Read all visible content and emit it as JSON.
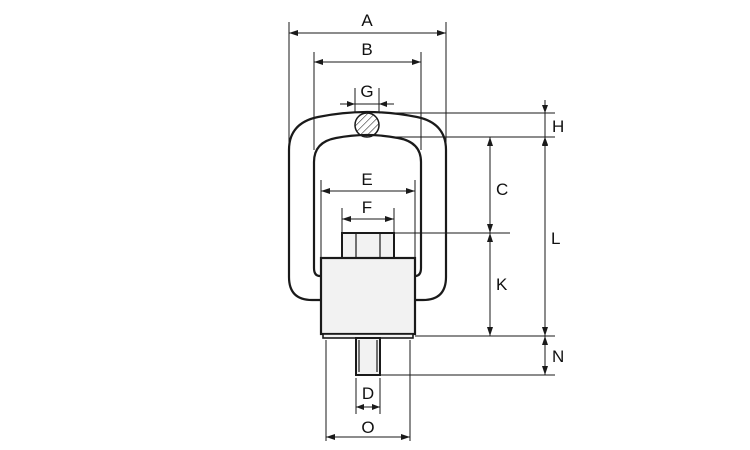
{
  "drawing": {
    "dimension_labels": {
      "A": "A",
      "B": "B",
      "C": "C",
      "D": "D",
      "E": "E",
      "F": "F",
      "G": "G",
      "H": "H",
      "K": "K",
      "L": "L",
      "N": "N",
      "O": "O"
    },
    "colors": {
      "outline": "#1a1a1a",
      "background": "#ffffff",
      "body_shade": "#f2f2f2"
    }
  }
}
